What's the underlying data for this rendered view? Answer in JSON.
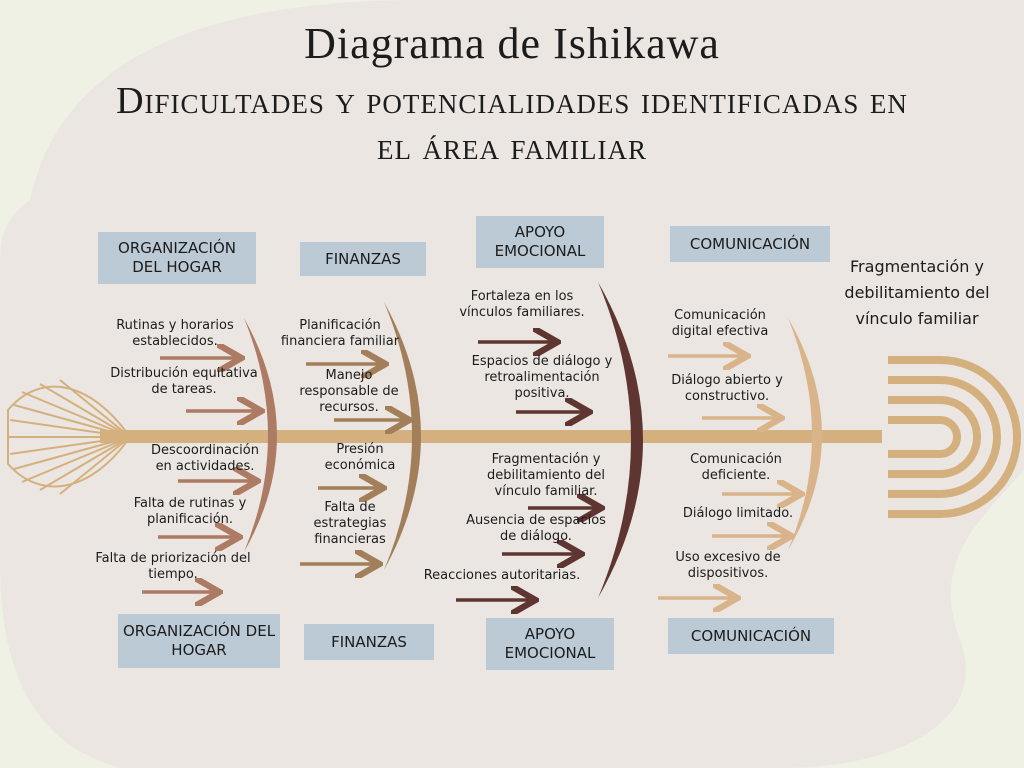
{
  "header": {
    "title": "Diagrama de Ishikawa",
    "subtitle": "Dificultades y potencialidades identificadas en el área familiar"
  },
  "effect": "Fragmentación y debilitamiento del vínculo familiar",
  "categories_top": [
    "Organización del hogar",
    "Finanzas",
    "Apoyo emocional",
    "Comunicación"
  ],
  "categories_bottom": [
    "Organización del hogar",
    "Finanzas",
    "Apoyo emocional",
    "Comunicación"
  ],
  "causes": {
    "organizacion_top": [
      "Rutinas y horarios establecidos.",
      "Distribución equitativa de tareas."
    ],
    "organizacion_bottom": [
      "Descoordinación en actividades.",
      "Falta de rutinas y planificación.",
      "Falta de priorización del tiempo."
    ],
    "finanzas_top": [
      "Planificación financiera familiar",
      "Manejo responsable de recursos."
    ],
    "finanzas_bottom": [
      "Presión económica",
      "Falta de estrategias financieras"
    ],
    "apoyo_top": [
      "Fortaleza en los vínculos familiares.",
      "Espacios de diálogo y retroalimentación positiva."
    ],
    "apoyo_bottom": [
      "Fragmentación y debilitamiento del vínculo familiar.",
      "Ausencia de espacios de diálogo.",
      "Reacciones autoritarias."
    ],
    "comunicacion_top": [
      "Comunicación digital efectiva",
      "Diálogo abierto y constructivo."
    ],
    "comunicacion_bottom": [
      "Comunicación deficiente.",
      "Diálogo limitado.",
      "Uso excesivo de dispositivos."
    ]
  },
  "colors": {
    "background": "#eef1e4",
    "blob": "#ebe6e1",
    "spine": "#d5b07f",
    "category_box": "#bccad6",
    "organizacion": "#ad7a63",
    "finanzas": "#a27f5a",
    "apoyo": "#5e3530",
    "comunicacion": "#d9b48a"
  }
}
